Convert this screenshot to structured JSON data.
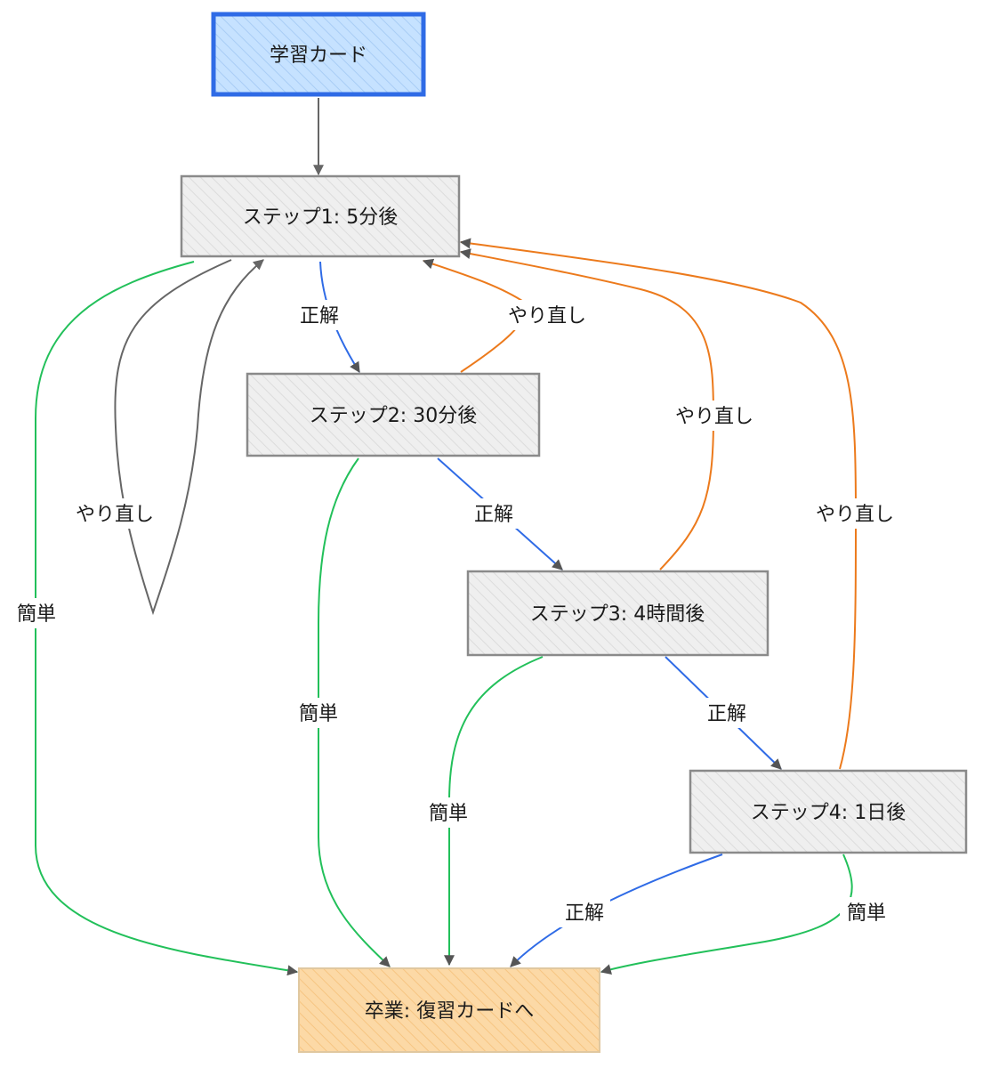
{
  "nodes": {
    "learning": "学習カード",
    "step1": "ステップ1: 5分後",
    "step2": "ステップ2: 30分後",
    "step3": "ステップ3: 4時間後",
    "step4": "ステップ4: 1日後",
    "graduate": "卒業: 復習カードへ"
  },
  "labels": {
    "correct": "正解",
    "retry": "やり直し",
    "easy": "簡単"
  },
  "colors": {
    "start_fill": "#c6e2ff",
    "start_stroke": "#2f6be6",
    "step_fill": "#eeeeee",
    "step_stroke": "#8a8a8a",
    "end_fill": "#fcd9a6",
    "end_stroke": "#e0c8a0",
    "correct": "#2f6be6",
    "retry": "#ec7a1c",
    "easy": "#22c05a",
    "neutral": "#666666"
  }
}
